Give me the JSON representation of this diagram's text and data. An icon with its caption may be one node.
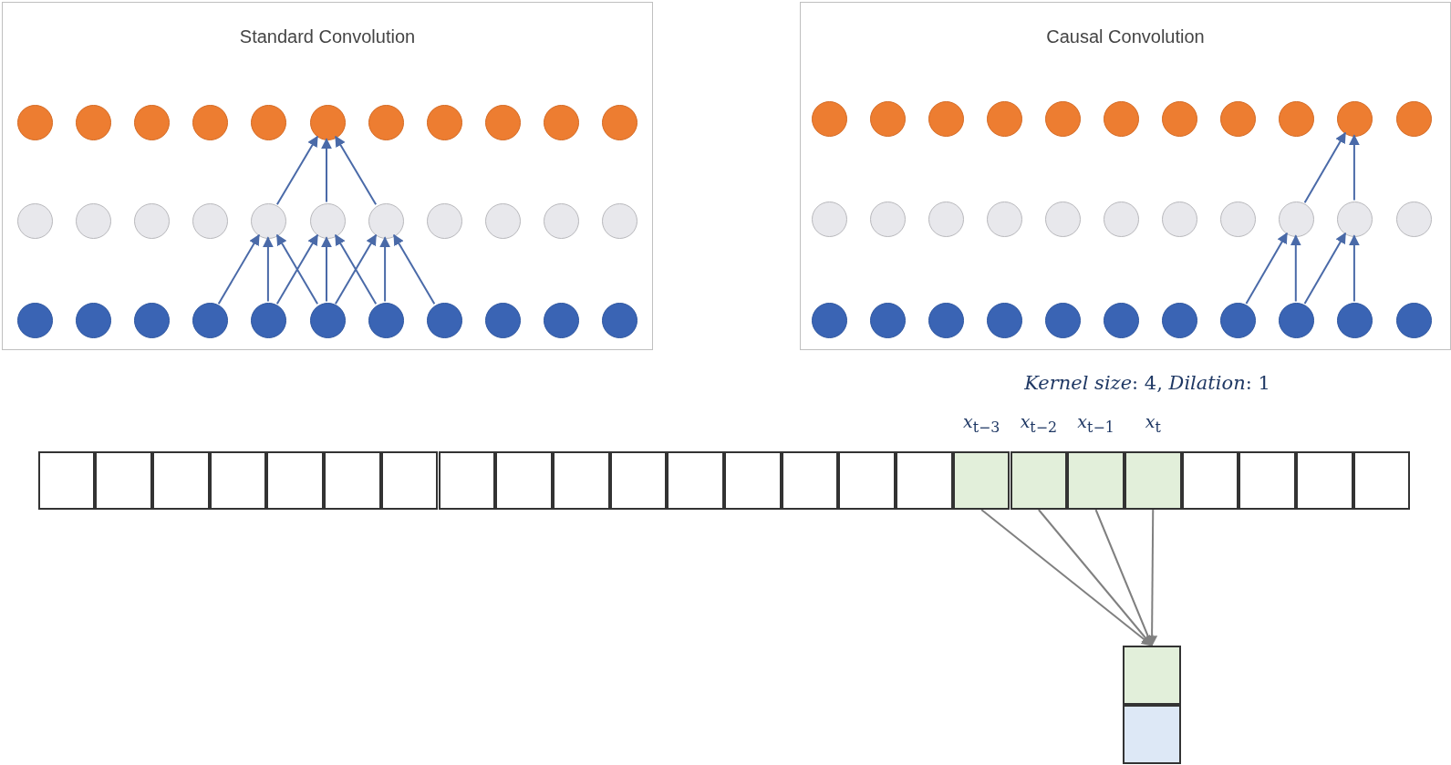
{
  "diagram": {
    "nodes": [
      {
        "text": [
          "Standard Convolution"
        ]
      },
      {
        "text": [],
        "shape": "circle",
        "in": 0
      },
      {
        "text": [],
        "shape": "circle",
        "in": 0
      },
      {
        "text": [],
        "shape": "circle",
        "in": 0
      },
      {
        "text": [],
        "shape": "circle",
        "in": 0
      },
      {
        "text": [],
        "shape": "circle",
        "in": 0
      },
      {
        "text": [],
        "shape": "circle",
        "in": 0
      },
      {
        "text": [],
        "shape": "circle",
        "in": 0
      },
      {
        "text": [],
        "shape": "circle",
        "in": 0
      },
      {
        "text": [],
        "shape": "circle",
        "in": 0
      },
      {
        "text": [],
        "shape": "circle",
        "in": 0
      },
      {
        "text": [],
        "shape": "circle",
        "in": 0
      },
      {
        "text": [],
        "shape": "circle",
        "in": 0
      },
      {
        "text": [],
        "shape": "circle",
        "in": 0
      },
      {
        "text": [],
        "shape": "circle",
        "in": 0
      },
      {
        "text": [],
        "shape": "circle",
        "in": 0
      },
      {
        "text": [],
        "shape": "circle",
        "in": 0
      },
      {
        "text": [],
        "shape": "circle",
        "in": 0
      },
      {
        "text": [],
        "shape": "circle",
        "in": 0
      },
      {
        "text": [],
        "shape": "circle",
        "in": 0
      },
      {
        "text": [],
        "shape": "circle",
        "in": 0
      },
      {
        "text": [],
        "shape": "circle",
        "in": 0
      },
      {
        "text": [],
        "shape": "circle",
        "in": 0
      },
      {
        "text": [],
        "shape": "circle",
        "in": 0
      },
      {
        "text": [],
        "shape": "circle",
        "in": 0
      },
      {
        "text": [],
        "shape": "circle",
        "in": 0
      },
      {
        "text": [],
        "shape": "circle",
        "in": 0
      },
      {
        "text": [],
        "shape": "circle",
        "in": 0
      },
      {
        "text": [],
        "shape": "circle",
        "in": 0
      },
      {
        "text": [],
        "shape": "circle",
        "in": 0
      },
      {
        "text": [],
        "shape": "circle",
        "in": 0
      },
      {
        "text": [],
        "shape": "circle",
        "in": 0
      },
      {
        "text": [],
        "shape": "circle",
        "in": 0
      },
      {
        "text": [],
        "shape": "circle",
        "in": 0
      },
      {
        "text": [
          "Causal Convolution"
        ]
      },
      {
        "text": [],
        "shape": "circle",
        "in": 34
      },
      {
        "text": [],
        "shape": "circle",
        "in": 34
      },
      {
        "text": [],
        "shape": "circle",
        "in": 34
      },
      {
        "text": [],
        "shape": "circle",
        "in": 34
      },
      {
        "text": [],
        "shape": "circle",
        "in": 34
      },
      {
        "text": [],
        "shape": "circle",
        "in": 34
      },
      {
        "text": [],
        "shape": "circle",
        "in": 34
      },
      {
        "text": [],
        "shape": "circle",
        "in": 34
      },
      {
        "text": [],
        "shape": "circle",
        "in": 34
      },
      {
        "text": [],
        "shape": "circle",
        "in": 34
      },
      {
        "text": [],
        "shape": "circle",
        "in": 34
      },
      {
        "text": [],
        "shape": "circle",
        "in": 34
      },
      {
        "text": [],
        "shape": "circle",
        "in": 34
      },
      {
        "text": [],
        "shape": "circle",
        "in": 34
      },
      {
        "text": [],
        "shape": "circle",
        "in": 34
      },
      {
        "text": [],
        "shape": "circle",
        "in": 34
      },
      {
        "text": [],
        "shape": "circle",
        "in": 34
      },
      {
        "text": [],
        "shape": "circle",
        "in": 34
      },
      {
        "text": [],
        "shape": "circle",
        "in": 34
      },
      {
        "text": [],
        "shape": "circle",
        "in": 34
      },
      {
        "text": [],
        "shape": "circle",
        "in": 34
      },
      {
        "text": [],
        "shape": "circle",
        "in": 34
      },
      {
        "text": [],
        "shape": "circle",
        "in": 34
      },
      {
        "text": [],
        "shape": "circle",
        "in": 34
      },
      {
        "text": [],
        "shape": "circle",
        "in": 34
      },
      {
        "text": [],
        "shape": "circle",
        "in": 34
      },
      {
        "text": [],
        "shape": "circle",
        "in": 34
      },
      {
        "text": [],
        "shape": "circle",
        "in": 34
      },
      {
        "text": [],
        "shape": "circle",
        "in": 34
      },
      {
        "text": [],
        "shape": "circle",
        "in": 34
      },
      {
        "text": [],
        "shape": "circle",
        "in": 34
      },
      {
        "text": [],
        "shape": "circle",
        "in": 34
      },
      {
        "text": [],
        "shape": "circle",
        "in": 34
      },
      {
        "text": [],
        "shape": "box"
      },
      {
        "text": [],
        "shape": "box"
      },
      {
        "text": [],
        "shape": "box"
      },
      {
        "text": [],
        "shape": "box"
      },
      {
        "text": [],
        "shape": "box"
      },
      {
        "text": [],
        "shape": "box"
      },
      {
        "text": [],
        "shape": "box"
      },
      {
        "text": [],
        "shape": "box"
      },
      {
        "text": [],
        "shape": "box"
      },
      {
        "text": [],
        "shape": "box"
      },
      {
        "text": [],
        "shape": "box"
      },
      {
        "text": [],
        "shape": "box"
      },
      {
        "text": [],
        "shape": "box"
      },
      {
        "text": [],
        "shape": "box"
      },
      {
        "text": [],
        "shape": "box"
      },
      {
        "text": [],
        "shape": "box"
      },
      {
        "text": [],
        "shape": "box",
        "beside": [
          "*x*$_{t−3}$"
        ]
      },
      {
        "text": [],
        "shape": "box",
        "beside": [
          "*x*$_{t−2}$"
        ]
      },
      {
        "text": [],
        "shape": "box",
        "beside": [
          "*x*$_{t−1}$"
        ]
      },
      {
        "text": [],
        "shape": "box",
        "beside": [
          "*x*$_{t}$"
        ]
      },
      {
        "text": [],
        "shape": "box"
      },
      {
        "text": [],
        "shape": "box"
      },
      {
        "text": [],
        "shape": "box"
      },
      {
        "text": [],
        "shape": "box"
      },
      {
        "text": [],
        "shape": "box"
      },
      {
        "text": [],
        "shape": "box"
      }
    ],
    "edges": [
      {
        "from": 26,
        "to": 16,
        "arrow": "to"
      },
      {
        "from": 27,
        "to": 16,
        "arrow": "to"
      },
      {
        "from": 28,
        "to": 16,
        "arrow": "to"
      },
      {
        "from": 27,
        "to": 17,
        "arrow": "to"
      },
      {
        "from": 28,
        "to": 17,
        "arrow": "to"
      },
      {
        "from": 29,
        "to": 17,
        "arrow": "to"
      },
      {
        "from": 28,
        "to": 18,
        "arrow": "to"
      },
      {
        "from": 29,
        "to": 18,
        "arrow": "to"
      },
      {
        "from": 30,
        "to": 18,
        "arrow": "to"
      },
      {
        "from": 16,
        "to": 6,
        "arrow": "to"
      },
      {
        "from": 17,
        "to": 6,
        "arrow": "to"
      },
      {
        "from": 18,
        "to": 6,
        "arrow": "to"
      },
      {
        "from": 64,
        "to": 54,
        "arrow": "to"
      },
      {
        "from": 65,
        "to": 54,
        "arrow": "to"
      },
      {
        "from": 65,
        "to": 55,
        "arrow": "to"
      },
      {
        "from": 66,
        "to": 55,
        "arrow": "to"
      },
      {
        "from": 54,
        "to": 44,
        "arrow": "to"
      },
      {
        "from": 55,
        "to": 44,
        "arrow": "to"
      },
      {
        "from": 84,
        "to": 92,
        "arrow": "to",
        "color": "#808080"
      },
      {
        "from": 85,
        "to": 92,
        "arrow": "to",
        "color": "#808080"
      },
      {
        "from": 86,
        "to": 92,
        "arrow": "to",
        "color": "#808080"
      },
      {
        "from": 87,
        "to": 92,
        "arrow": "to",
        "color": "#808080"
      }
    ],
    "labels": [
      "*Kernel size*: 4, *Dilation*: 1"
    ]
  }
}
